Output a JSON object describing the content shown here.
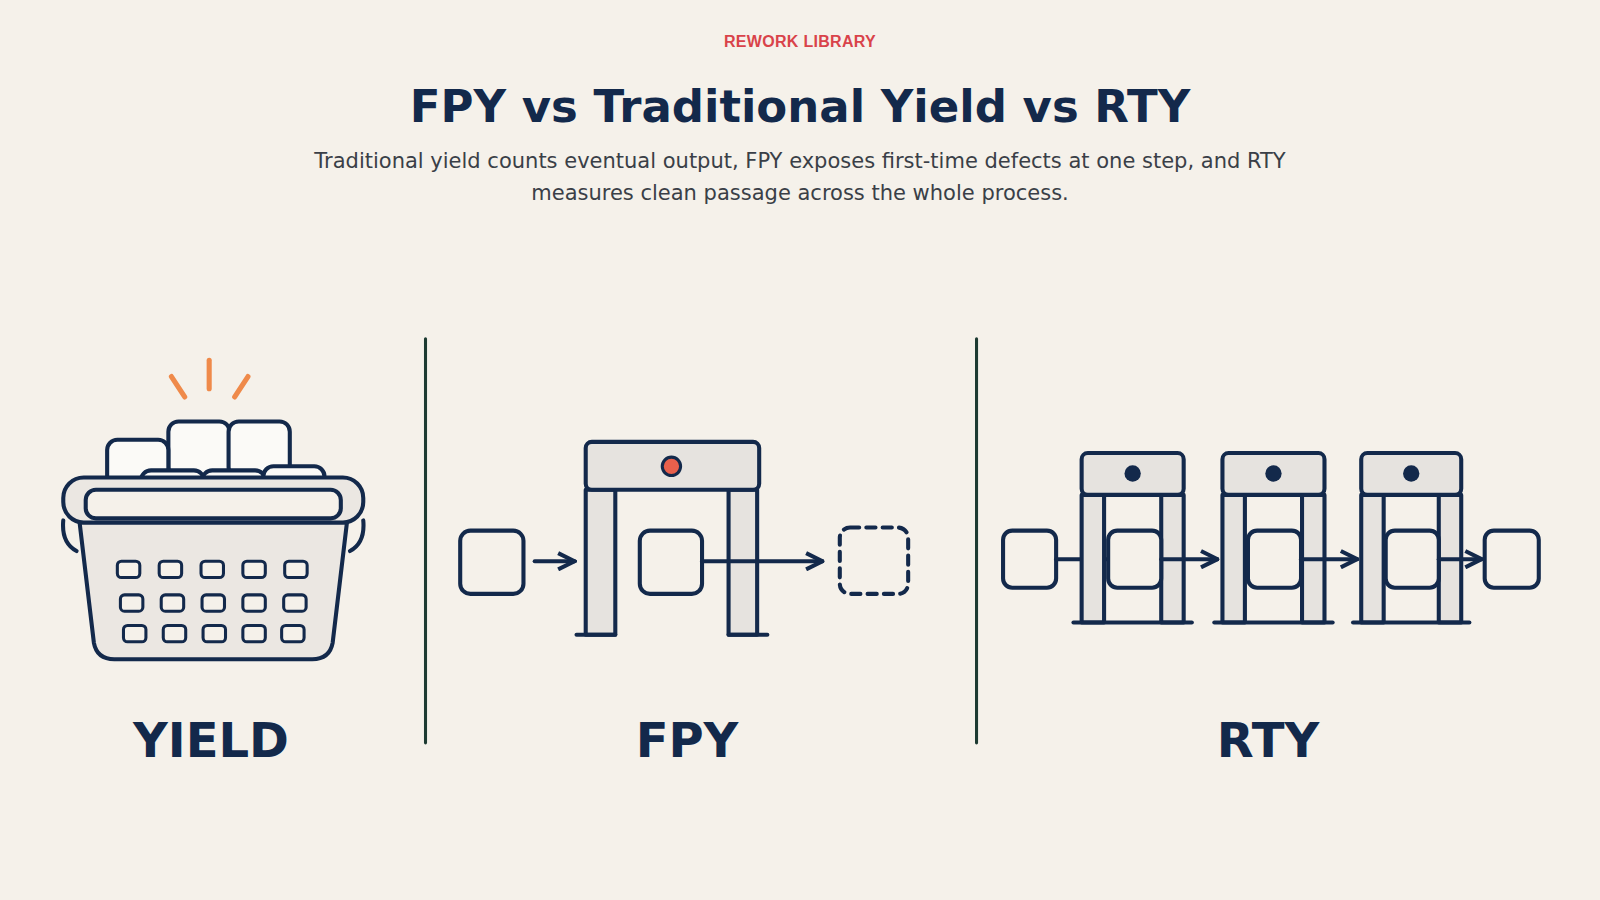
{
  "diagram": {
    "title": "FPY vs Traditional Yield vs RTY",
    "caption": "Traditional yield counts eventual output, FPY exposes first-time defects at one step, and RTY measures clean passage across the whole process.",
    "labels": [
      "REWORK LIBRARY",
      "YIELD",
      "FPY",
      "RTY"
    ]
  }
}
